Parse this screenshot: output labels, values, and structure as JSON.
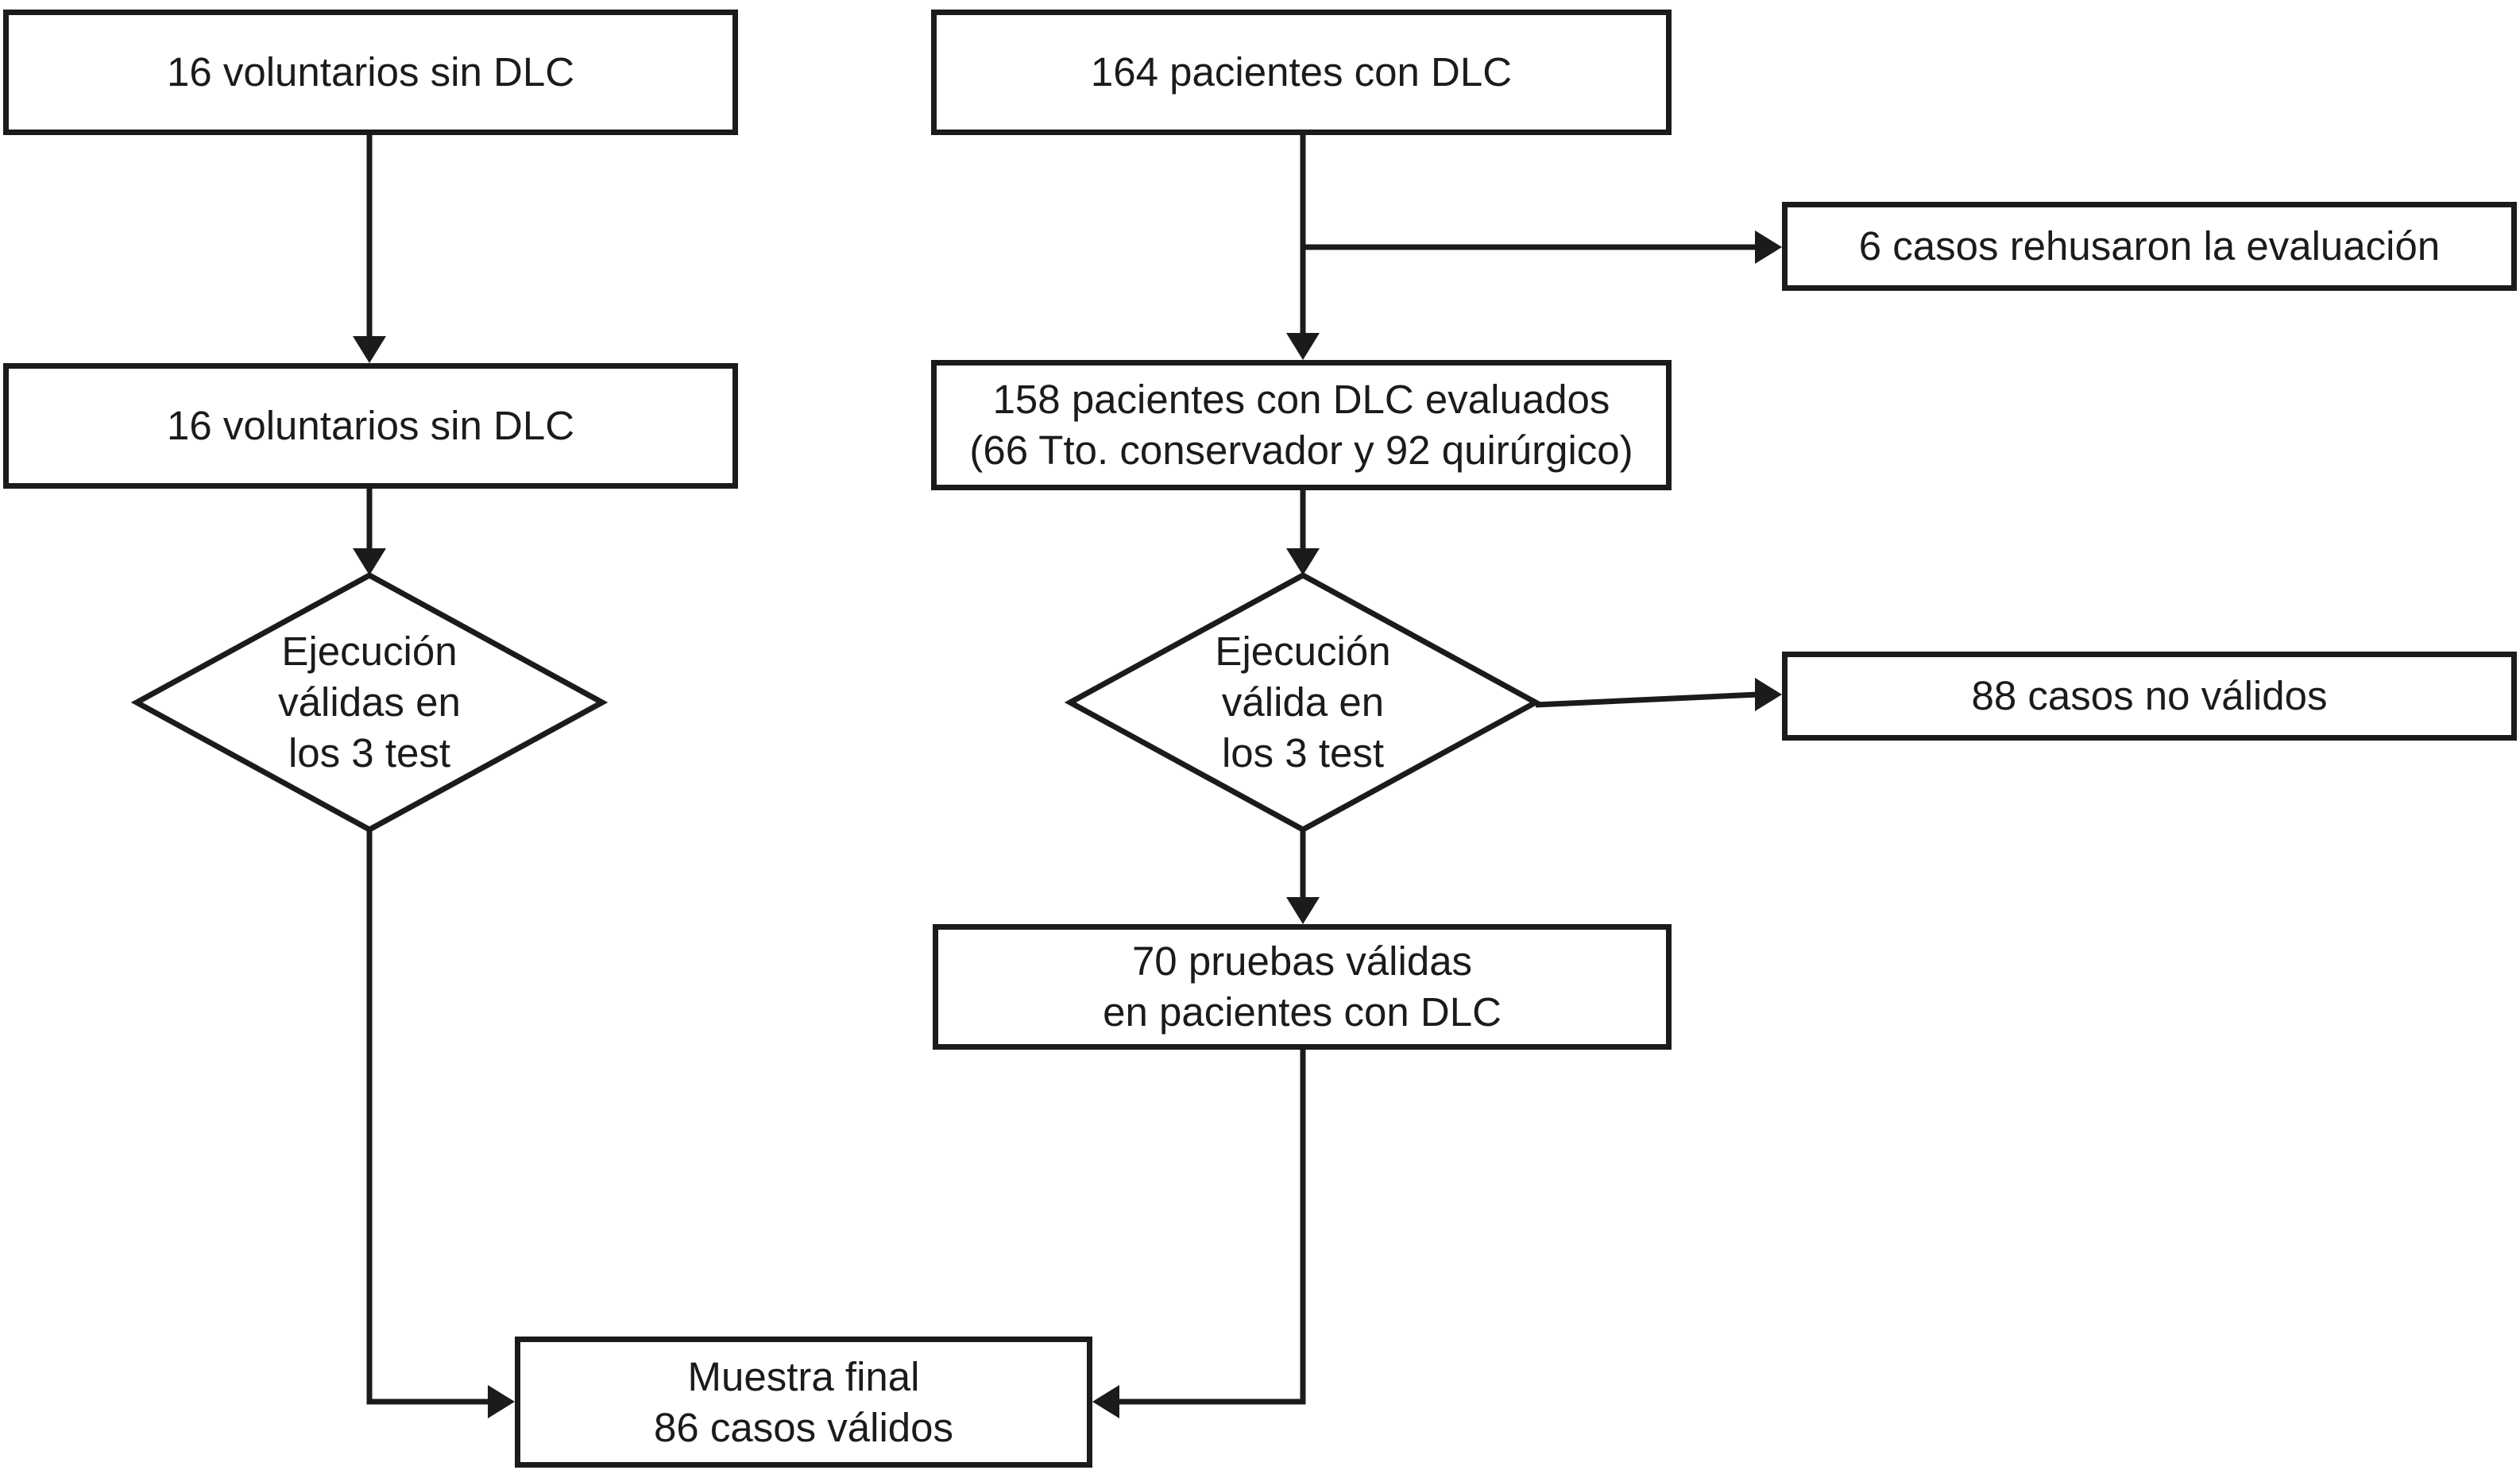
{
  "flowchart": {
    "colors": {
      "stroke": "#1b1b1b",
      "background": "#ffffff",
      "box_fill": "#ffffff"
    },
    "left_branch": {
      "box_volunteers_initial": {
        "label": "16 voluntarios sin DLC"
      },
      "box_volunteers_included": {
        "label": "16 voluntarios sin DLC"
      },
      "diamond_valid_execution": {
        "line1": "Ejecución",
        "line2": "válidas en",
        "line3": "los 3 test"
      }
    },
    "right_branch": {
      "box_patients_initial": {
        "label": "164 pacientes con DLC"
      },
      "box_refused": {
        "label": "6 casos rehusaron la evaluación"
      },
      "box_patients_evaluated": {
        "line1": "158 pacientes con DLC evaluados",
        "line2": "(66 Tto. conservador y 92 quirúrgico)"
      },
      "diamond_valid_execution": {
        "line1": "Ejecución",
        "line2": "válida en",
        "line3": "los 3 test"
      },
      "box_invalid_cases": {
        "label": "88 casos no válidos"
      },
      "box_valid_tests": {
        "line1": "70 pruebas válidas",
        "line2": "en pacientes con DLC"
      }
    },
    "final": {
      "box_final_sample": {
        "line1": "Muestra final",
        "line2": "86 casos válidos"
      }
    }
  }
}
